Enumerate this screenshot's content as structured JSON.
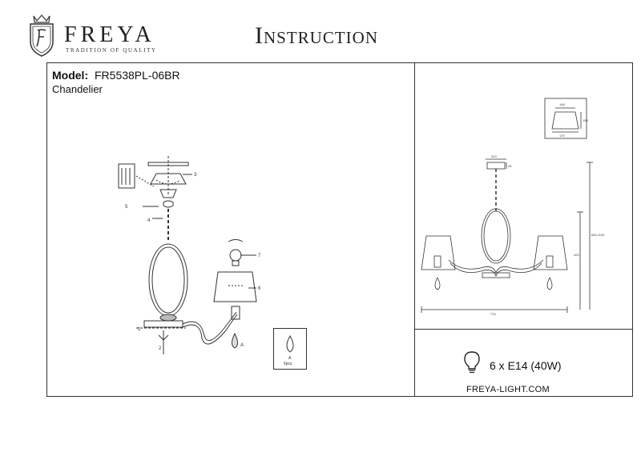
{
  "header": {
    "brand_name": "FREYA",
    "brand_tagline": "TRADITION OF QUALITY",
    "document_title": "Instruction"
  },
  "product": {
    "model_label": "Model:",
    "model_value": "FR5538PL-06BR",
    "type": "Chandelier"
  },
  "assembly": {
    "step_labels": [
      "1",
      "2",
      "3",
      "4",
      "5",
      "6",
      "7",
      "A"
    ],
    "crystal_label": "A",
    "crystal_count": "6pcs"
  },
  "dimensions": {
    "shade_top": "148",
    "shade_bottom": "170",
    "shade_height": "108",
    "canopy_width": "310",
    "canopy_height": "25",
    "body_height": "422",
    "total_height": "690-1110",
    "total_width": "770"
  },
  "spec": {
    "bulbs": "6 x E14 (40W)",
    "website": "FREYA-LIGHT.COM"
  },
  "icons": {
    "logo": "freya-crest-icon",
    "bulb": "lightbulb-icon"
  }
}
